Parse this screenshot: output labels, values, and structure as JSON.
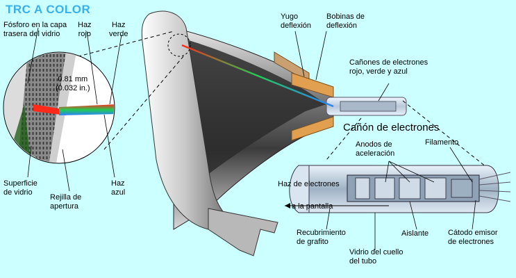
{
  "title": "TRC A COLOR",
  "labels": {
    "phosphor": "Fósforo en la capa\ntrasera del vidrio",
    "red_beam": "Haz\nrojo",
    "green_beam": "Haz\nverde",
    "measurement": "0.81 mm\n(0.032 in.)",
    "glass_surface": "Superficie\nde vidrio",
    "aperture_grille": "Rejilla de\napertura",
    "blue_beam": "Haz\nazul",
    "yoke": "Yugo\ndeflexión",
    "coils": "Bobinas de\ndeflexión",
    "guns_rgb": "Cañones de electrones\nrojo, verde y azul",
    "electron_gun": "Cañón de electrones",
    "anodes": "Anodos de\naceleración",
    "filament": "Filamento",
    "electron_beam": "Haz de electrones",
    "to_screen": "a la pantalla",
    "graphite": "Recubrimiento\nde grafito",
    "insulator": "Aislante",
    "cathode": "Cátodo emisor\nde electrones",
    "neck_glass": "Vidrio del cuello\ndel tubo"
  },
  "colors": {
    "background": "#ccffff",
    "title": "#3ab0e8",
    "beam_red": "#ff2a1a",
    "beam_green": "#22cc55",
    "beam_blue": "#2a7fff",
    "coil": "#e0a050"
  }
}
